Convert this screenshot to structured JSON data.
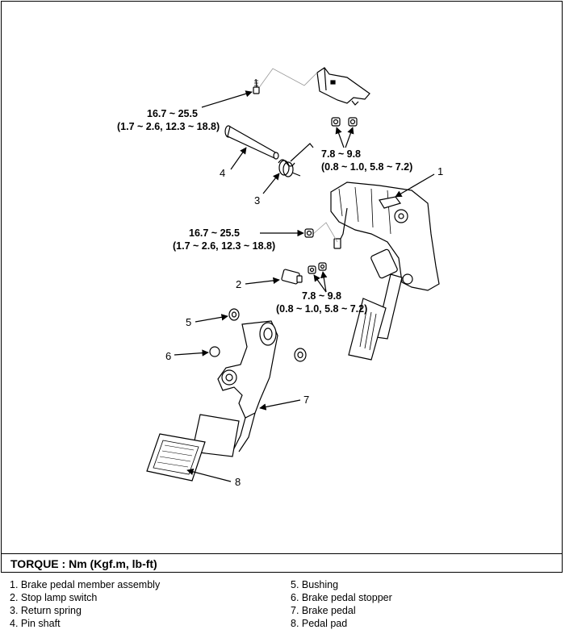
{
  "torque_labels": {
    "bolt_top": {
      "value": "16.7 ~ 25.5",
      "units": "(1.7 ~ 2.6, 12.3 ~ 18.8)"
    },
    "nuts_top": {
      "value": "7.8 ~ 9.8",
      "units": "(0.8 ~ 1.0, 5.8 ~ 7.2)"
    },
    "nut_middle": {
      "value": "16.7 ~ 25.5",
      "units": "(1.7 ~ 2.6, 12.3 ~ 18.8)"
    },
    "nuts_switch": {
      "value": "7.8 ~ 9.8",
      "units": "(0.8 ~ 1.0, 5.8 ~ 7.2)"
    }
  },
  "callouts": [
    "1",
    "2",
    "3",
    "4",
    "5",
    "6",
    "7",
    "8"
  ],
  "torque_heading": "TORQUE : Nm (Kgf.m, lb-ft)",
  "legend": {
    "left": [
      "1. Brake pedal member assembly",
      "2. Stop lamp switch",
      "3. Return spring",
      "4. Pin shaft"
    ],
    "right": [
      "5. Bushing",
      "6. Brake pedal stopper",
      "7. Brake pedal",
      "8. Pedal pad"
    ]
  }
}
